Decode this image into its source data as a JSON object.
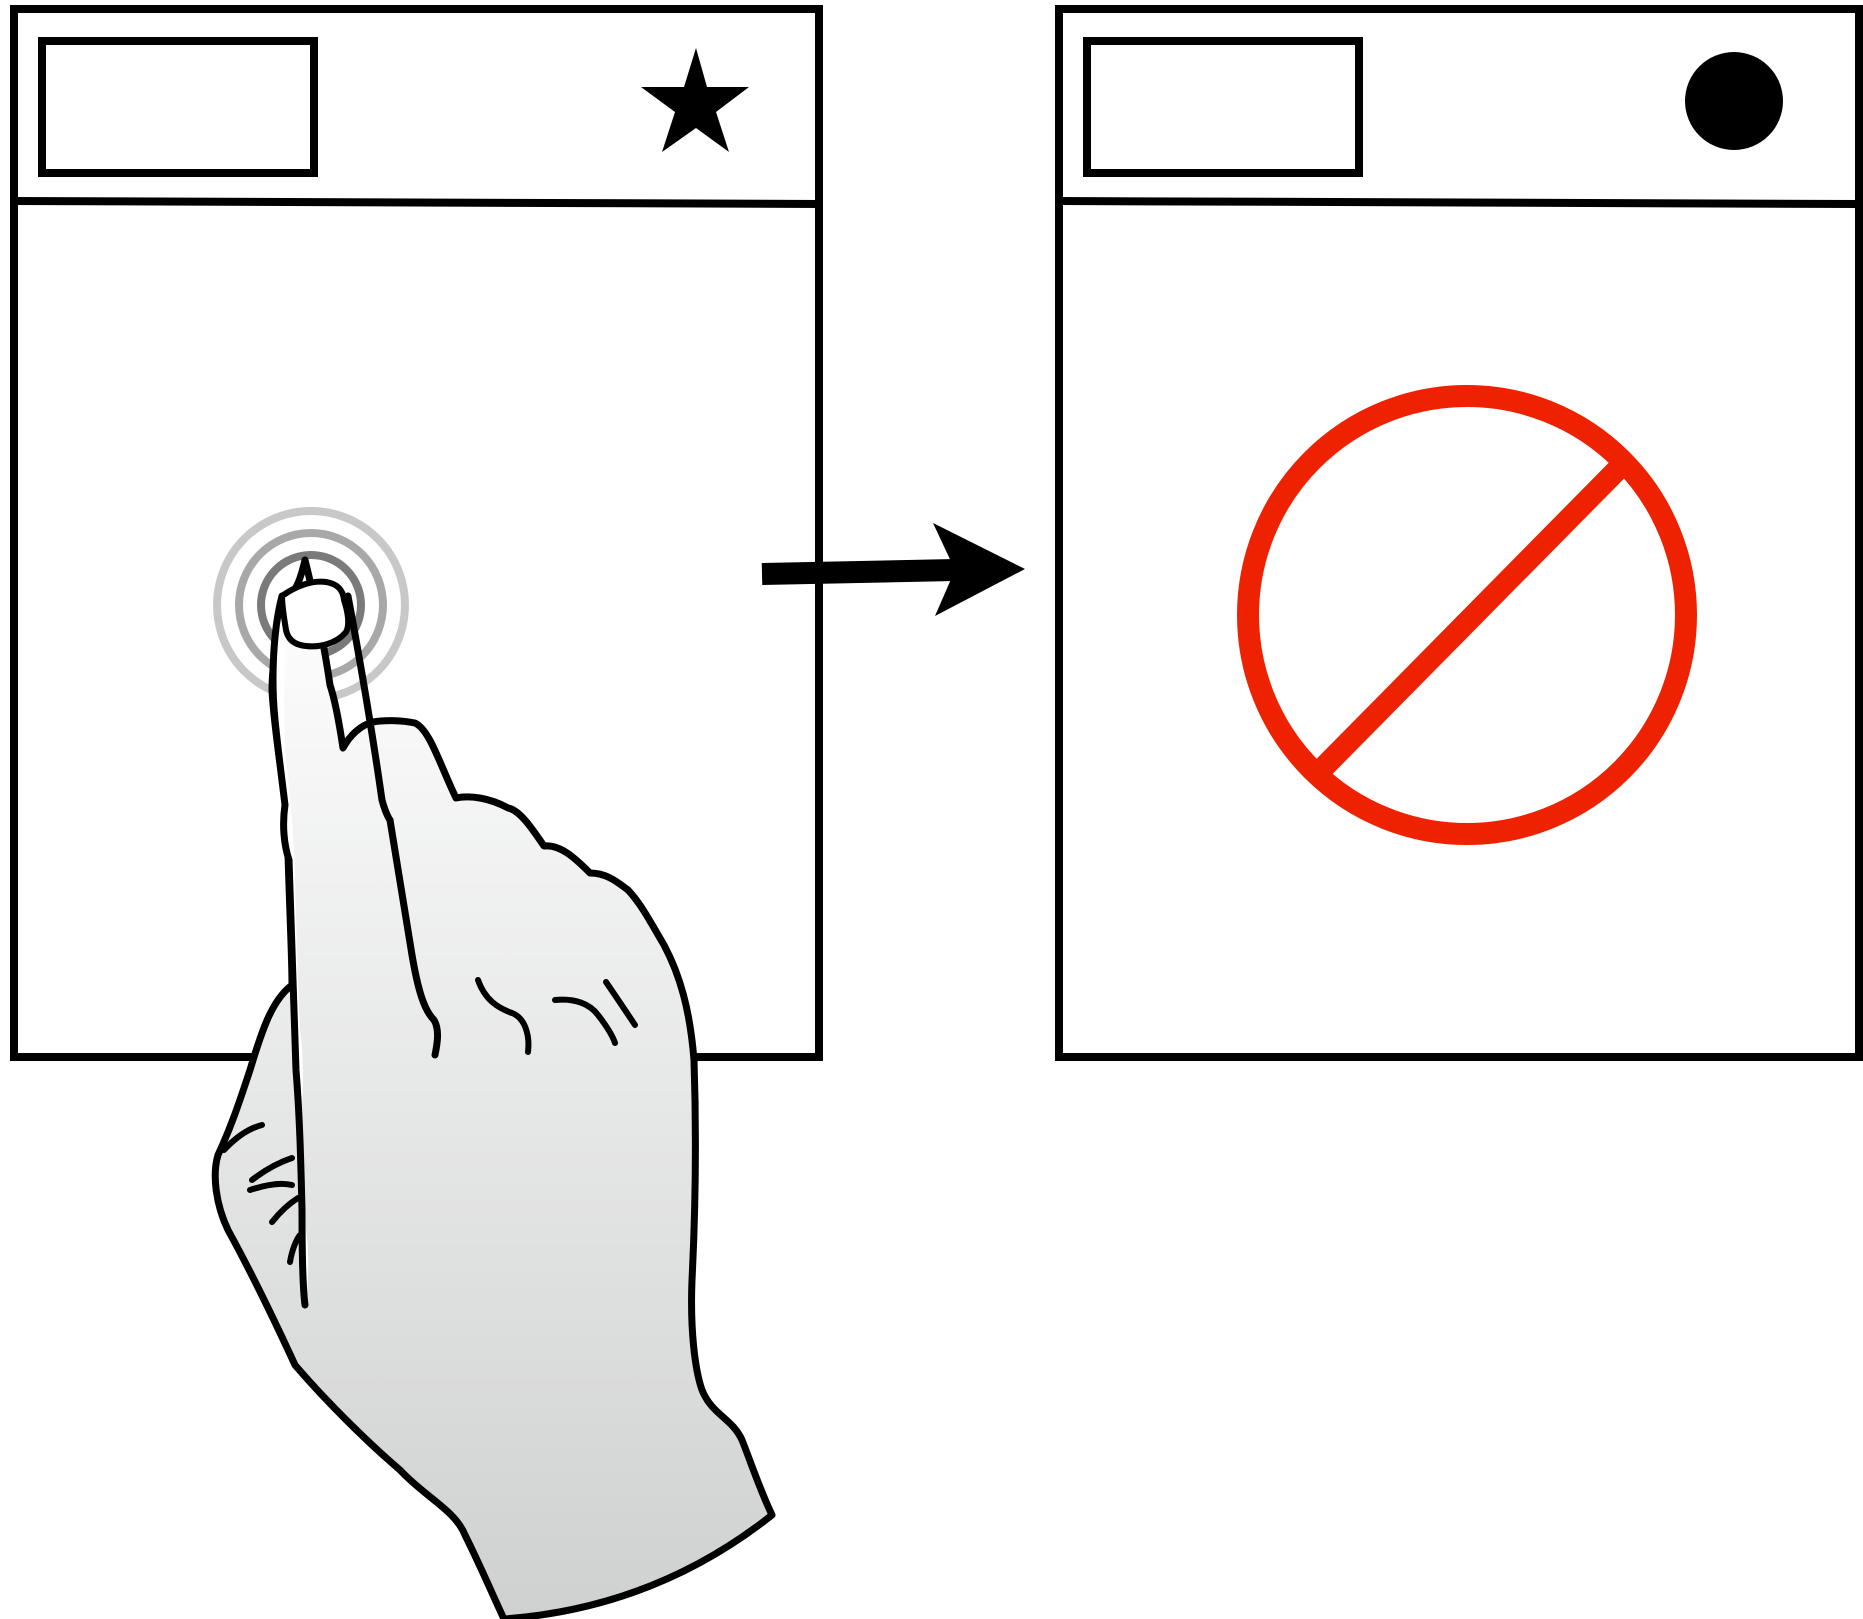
{
  "colors": {
    "stroke": "#000000",
    "background": "#ffffff",
    "prohibition": "#ee2200",
    "tap_ripple_outer": "#c8c8c8",
    "tap_ripple_middle": "#a8a8a8",
    "tap_ripple_inner": "#7a7a7a",
    "hand_fill_top": "#ffffff",
    "hand_fill_bottom": "#cfd0d0"
  },
  "screens": [
    {
      "name": "before",
      "header_field": "blank",
      "header_icon": "star-icon"
    },
    {
      "name": "after",
      "header_field": "blank",
      "header_icon": "circle-icon",
      "content_icon": "prohibition-icon"
    }
  ],
  "transition": "arrow-right-icon",
  "gesture": {
    "type": "tap",
    "icons": [
      "tap-ripple-icon",
      "hand-pointing-icon"
    ]
  }
}
